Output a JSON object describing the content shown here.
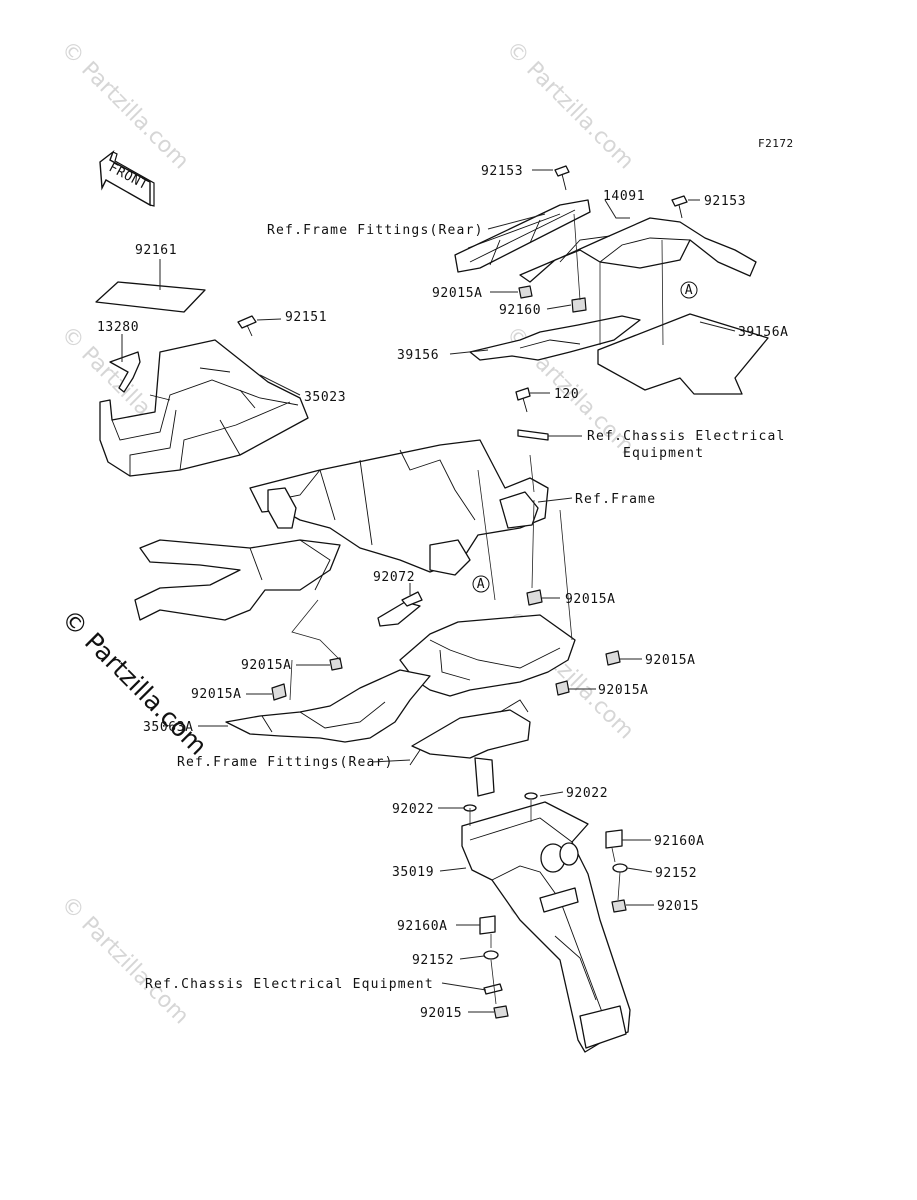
{
  "figure_code": "F2172",
  "front_marker": "FRONT",
  "watermark": "© Partzilla.com",
  "circle_ref": "A",
  "labels": {
    "l92153_top": "92153",
    "l14091": "14091",
    "l92153_right": "92153",
    "ref_frame_fittings_rear_top": "Ref.Frame Fittings(Rear)",
    "l92161": "92161",
    "l92015A_top": "92015A",
    "l92160": "92160",
    "l39156A": "39156A",
    "l13280": "13280",
    "l92151": "92151",
    "l39156": "39156",
    "l35023": "35023",
    "l120": "120",
    "ref_chassis_electrical_1": "Ref.Chassis Electrical",
    "ref_chassis_electrical_2": "Equipment",
    "ref_frame": "Ref.Frame",
    "l92072": "92072",
    "l92015A_mid": "92015A",
    "l92015A_right": "92015A",
    "l92015A_left1": "92015A",
    "l92015A_left2": "92015A",
    "l92015A_lower": "92015A",
    "l35063A": "35063A",
    "ref_frame_fittings_rear_bottom": "Ref.Frame Fittings(Rear)",
    "l92022_left": "92022",
    "l92022_right": "92022",
    "l92160A_right": "92160A",
    "l35019": "35019",
    "l92152_right": "92152",
    "l92015_right": "92015",
    "l92160A_left": "92160A",
    "l92152_left": "92152",
    "ref_chassis_electrical_bottom": "Ref.Chassis Electrical Equipment",
    "l92015_bottom": "92015"
  }
}
